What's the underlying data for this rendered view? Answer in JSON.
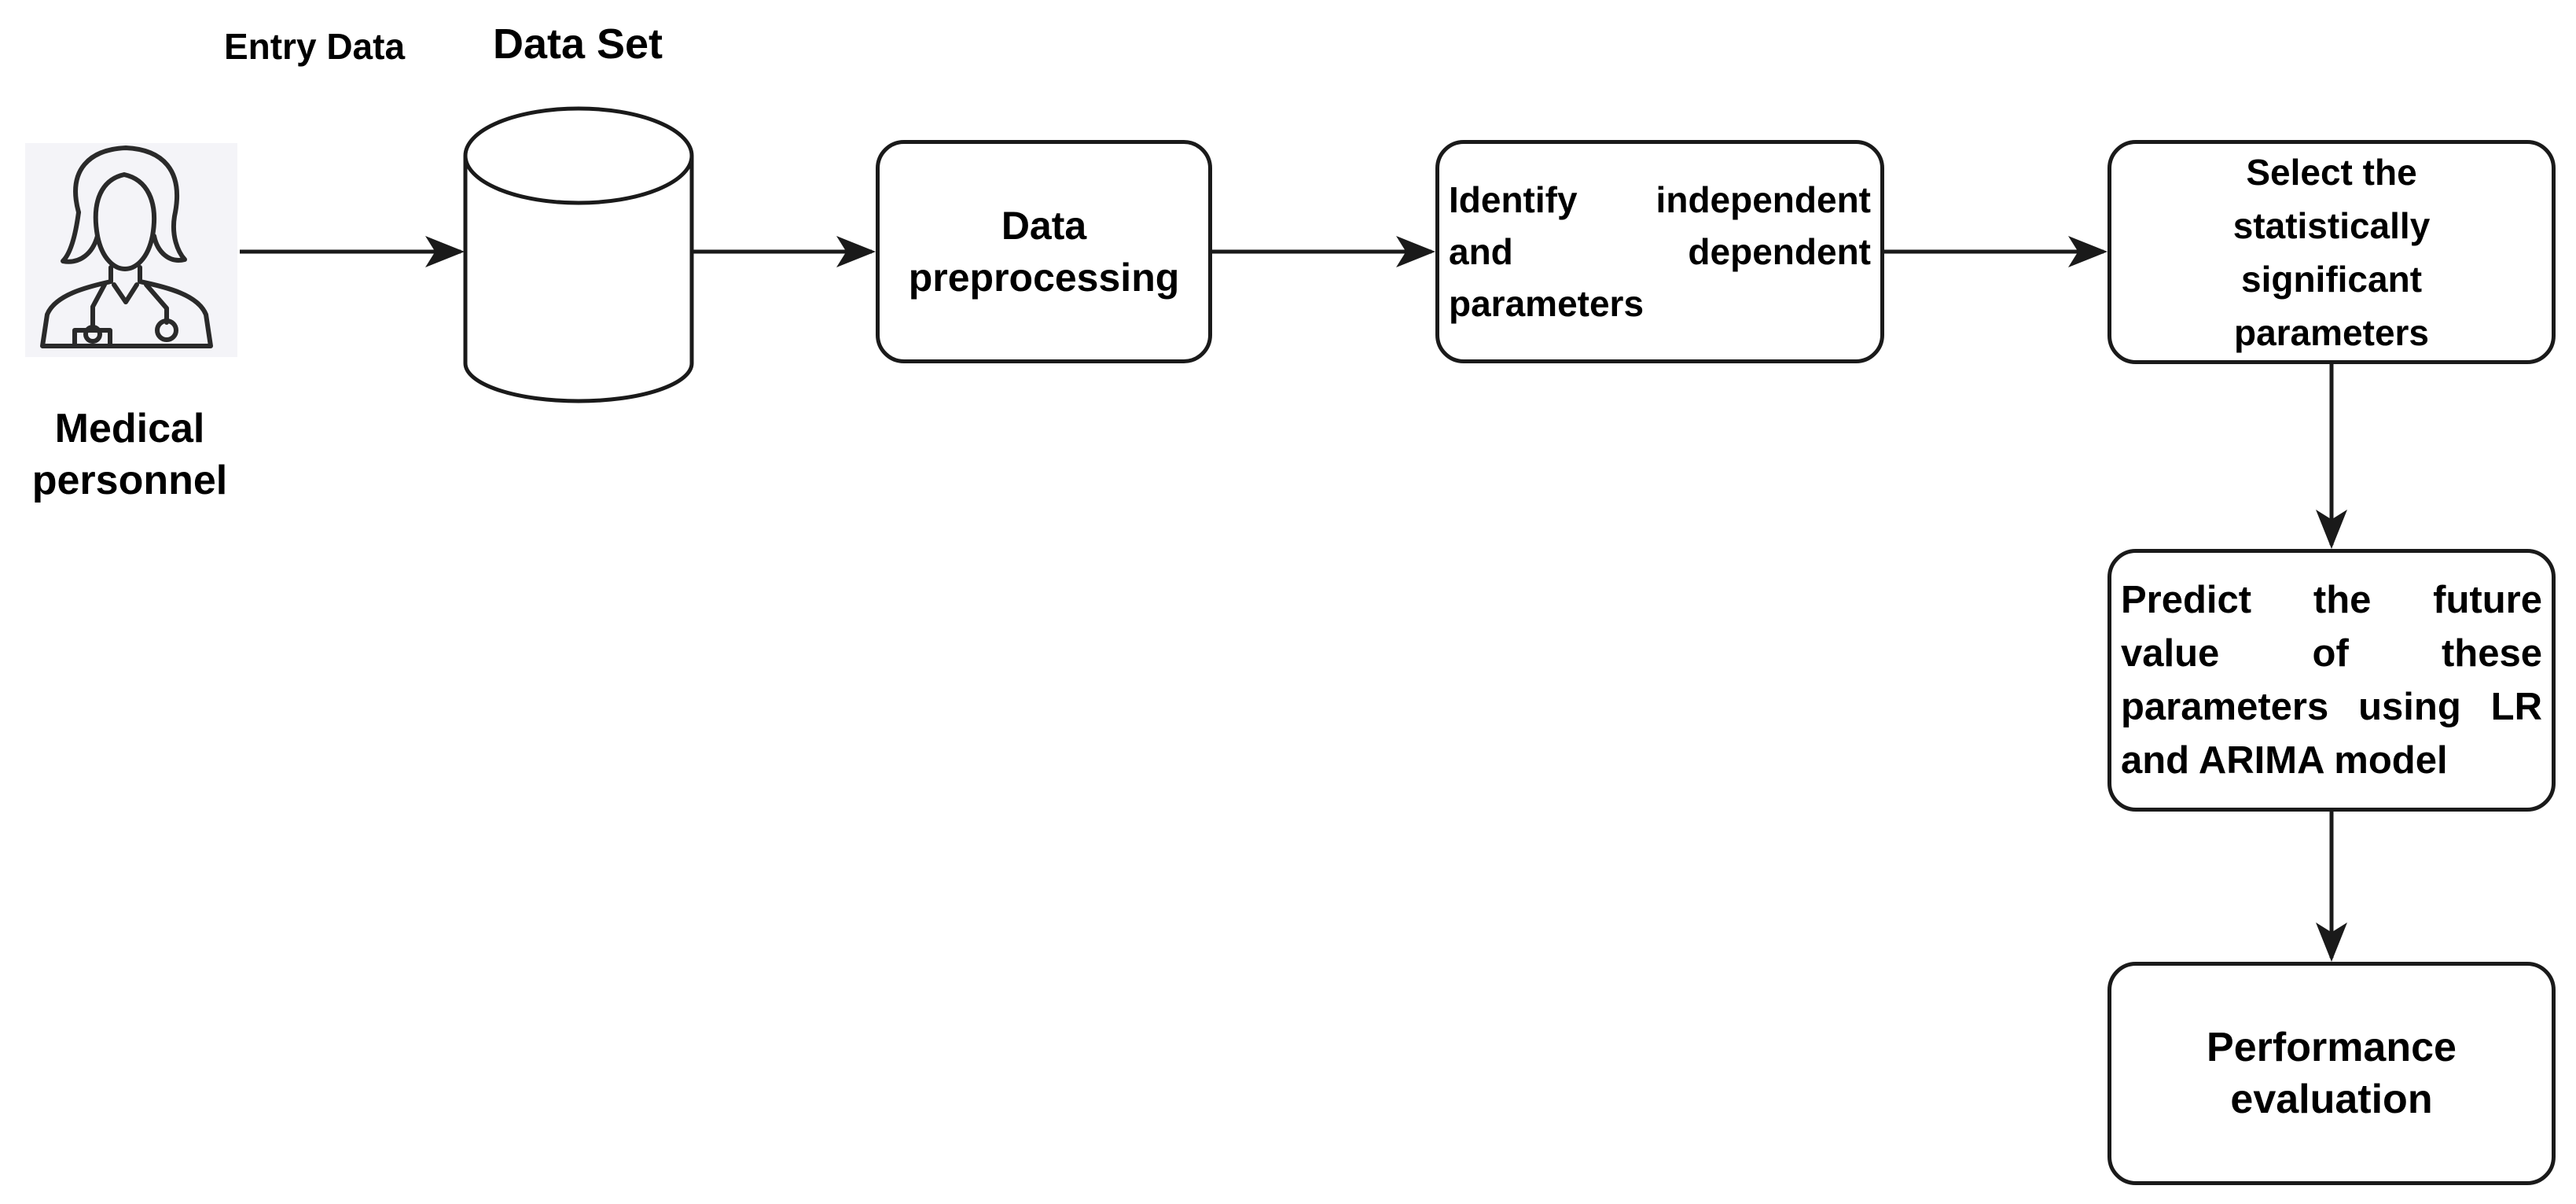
{
  "labels": {
    "entry_data": "Entry Data",
    "data_set": "Data Set",
    "medical_personnel": "Medical\npersonnel"
  },
  "steps": {
    "preprocessing": "Data preprocessing",
    "identify": "Identify independent and dependent parameters",
    "select": "Select the statistically significant parameters",
    "predict": "Predict the future value of these parameters using LR and ARIMA model",
    "evaluation": "Performance evaluation"
  },
  "icons": {
    "actor": "doctor-icon",
    "store": "database-cylinder-icon"
  },
  "colors": {
    "stroke": "#1a1a1a",
    "background": "#ffffff"
  }
}
